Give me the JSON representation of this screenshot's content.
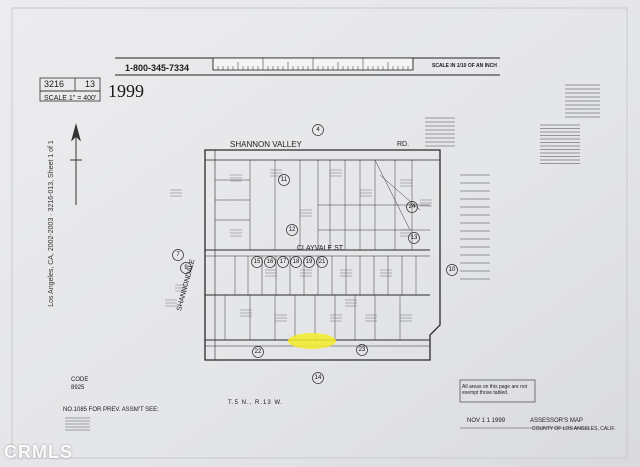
{
  "sheet_info": "Los Angeles, CA, 2002-2003 · 3216-013, Sheet 1 of 1",
  "phone": "1-800-345-7334",
  "scale_note": "SCALE IN 1/10 OF AN INCH",
  "map_book": "3216",
  "map_page": "13",
  "scale": "SCALE 1\" = 400'",
  "year": "1999",
  "streets": {
    "shannon_valley": "SHANNON VALLEY",
    "road": "RD.",
    "clayvale": "CLAYVALE ST.",
    "shannondale": "SHANNONDALE"
  },
  "parcel_numbers": [
    "4",
    "7",
    "9",
    "10",
    "11",
    "12",
    "13",
    "14",
    "15",
    "16",
    "17",
    "18",
    "19",
    "21",
    "22",
    "23",
    "24"
  ],
  "code_label": "CODE",
  "code_value": "8925",
  "prev_map_note": "NO.1085 FOR PREV. ASSM'T SEE:",
  "township": "T.5 N., R.13 W.",
  "exempt_note": "All areas on this page are not exempt those tabled.",
  "stamp_date": "NOV 1 1 1999",
  "assessor": "ASSESSOR'S MAP",
  "county": "COUNTY OF LOS ANGELES, CALIF.",
  "watermark": "CRMLS",
  "highlight_color": "#f3ec2a"
}
